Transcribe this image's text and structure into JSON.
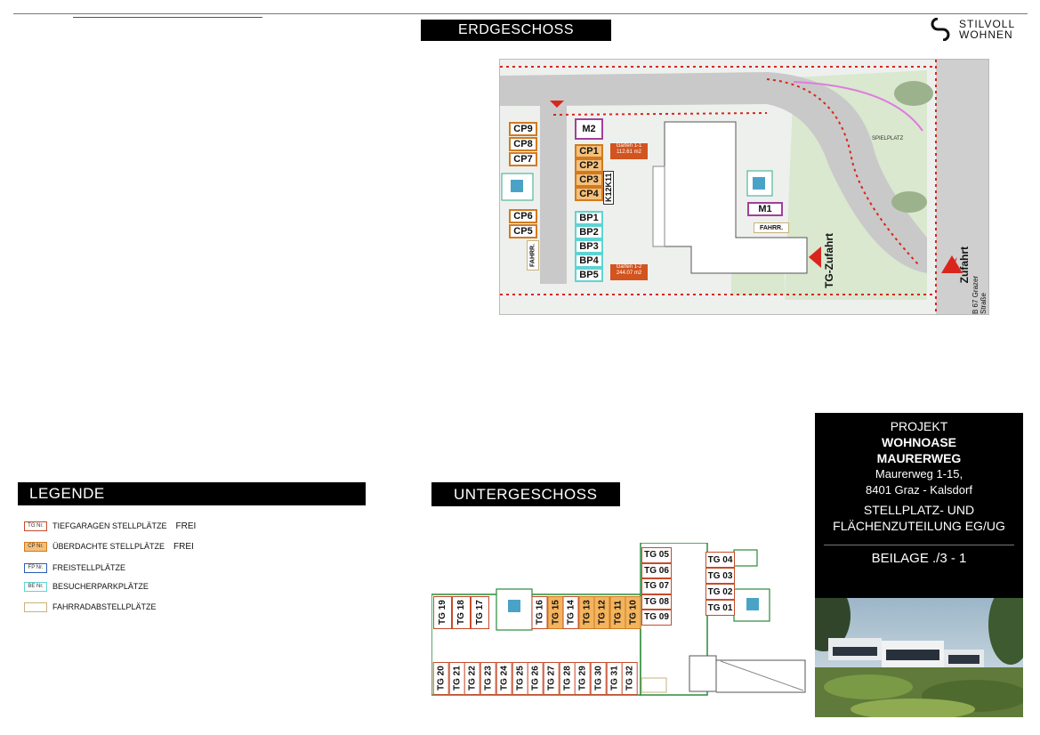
{
  "sections": {
    "erdgeschoss": "ERDGESCHOSS",
    "untergeschoss": "UNTERGESCHOSS",
    "legende": "LEGENDE"
  },
  "logo": {
    "line1": "STILVOLL",
    "line2": "WOHNEN",
    "icon": "stilvoll-logo-icon"
  },
  "legend": [
    {
      "box": "TG Nr.",
      "label": "TIEFGARAGEN STELLPLÄTZE",
      "status": "FREI",
      "border": "#c64b2b",
      "fill": "#ffffff"
    },
    {
      "box": "CP Nr.",
      "label": "ÜBERDACHTE STELLPLÄTZE",
      "status": "FREI",
      "border": "#d07b21",
      "fill": "#f5c07a"
    },
    {
      "box": "FP Nr.",
      "label": "FREISTELLPLÄTZE",
      "status": "",
      "border": "#2a5db0",
      "fill": "#ffffff"
    },
    {
      "box": "BE Nr.",
      "label": "BESUCHERPARKPLÄTZE",
      "status": "",
      "border": "#5fd3d3",
      "fill": "#ffffff"
    },
    {
      "box": "",
      "label": "FAHRRADABSTELLPLÄTZE",
      "status": "",
      "border": "#c9b27a",
      "fill": "#ffffff"
    }
  ],
  "project": {
    "l1": "PROJEKT",
    "l2": "WOHNOASE",
    "l3": "MAURERWEG",
    "l4": "Maurerweg 1-15,",
    "l5": "8401 Graz - Kalsdorf",
    "l6": "STELLPLATZ- UND",
    "l7": "FLÄCHENZUTEILUNG EG/UG",
    "l8": "BEILAGE ./3 - 1"
  },
  "eg": {
    "cp_left": [
      "CP9",
      "CP8",
      "CP7",
      "CP6",
      "CP5"
    ],
    "cp_mid": [
      "CP1",
      "CP2",
      "CP3",
      "CP4"
    ],
    "bp": [
      "BP1",
      "BP2",
      "BP3",
      "BP4",
      "BP5"
    ],
    "m2": "M2",
    "m1": "M1",
    "k12k11": "K12K11",
    "fahrr_v": "FAHRR.",
    "fahrr_h": "FAHRR.",
    "garten1_1": "Garten 1-1",
    "garten1_1_area": "112.61 m2",
    "garten1_2": "Garten 1-2",
    "garten1_2_area": "244.07 m2",
    "spielplatz": "SPIELPLATZ",
    "tg_zufahrt": "TG-Zufahrt",
    "zufahrt": "Zufahrt",
    "street": "B 67 Grazer Straße"
  },
  "ug": {
    "top_left": [
      "TG 19",
      "TG 18",
      "TG 17"
    ],
    "top_mid": [
      "TG 16",
      "TG 15",
      "TG 14",
      "TG 13",
      "TG 12",
      "TG 11",
      "TG 10"
    ],
    "top_mid_highlight": [
      false,
      true,
      false,
      true,
      true,
      true,
      true
    ],
    "bottom": [
      "TG 20",
      "TG 21",
      "TG 22",
      "TG 23",
      "TG 24",
      "TG 25",
      "TG 26",
      "TG 27",
      "TG 28",
      "TG 29",
      "TG 30",
      "TG 31",
      "TG 32"
    ],
    "col_left": [
      "TG 05",
      "TG 06",
      "TG 07",
      "TG 08",
      "TG 09"
    ],
    "col_right": [
      "TG 04",
      "TG 03",
      "TG 02",
      "TG 01"
    ]
  },
  "colors": {
    "title_bg": "#000000",
    "cp_fill": "#f5c07a",
    "cp_border": "#d07b21",
    "bp_border": "#5fd3d3",
    "tg_border": "#c64b2b",
    "arrow": "#d9261c"
  }
}
